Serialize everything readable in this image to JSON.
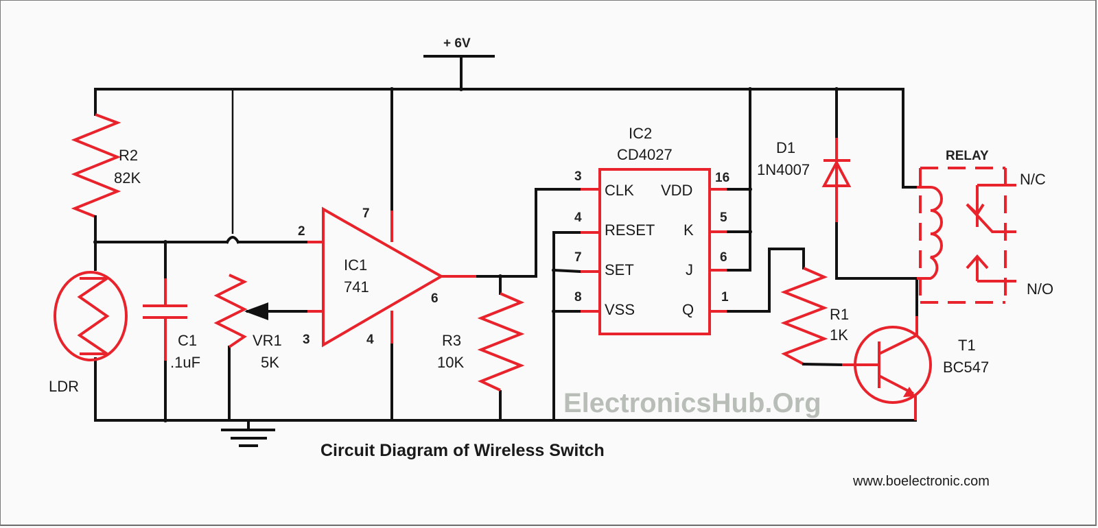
{
  "diagram": {
    "title": "Circuit Diagram of Wireless Switch",
    "website": "www.boelectronic.com",
    "watermark": "ElectronicsHub.Org",
    "supply": "+ 6V",
    "colors": {
      "component": "#e8232b",
      "wire": "#111111",
      "watermark": "#b8bdb8"
    }
  },
  "components": {
    "r2": {
      "ref": "R2",
      "value": "82K"
    },
    "ldr": {
      "ref": "LDR"
    },
    "c1": {
      "ref": "C1",
      "value": ".1uF"
    },
    "vr1": {
      "ref": "VR1",
      "value": "5K"
    },
    "ic1": {
      "ref": "IC1",
      "value": "741",
      "pins": {
        "inv": "2",
        "noninv": "3",
        "vcc": "7",
        "gnd": "4",
        "out": "6"
      }
    },
    "r3": {
      "ref": "R3",
      "value": "10K"
    },
    "ic2": {
      "ref": "IC2",
      "value": "CD4027",
      "left_pins": [
        {
          "num": "3",
          "name": "CLK"
        },
        {
          "num": "4",
          "name": "RESET"
        },
        {
          "num": "7",
          "name": "SET"
        },
        {
          "num": "8",
          "name": "VSS"
        }
      ],
      "right_pins": [
        {
          "num": "16",
          "name": "VDD"
        },
        {
          "num": "5",
          "name": "K"
        },
        {
          "num": "6",
          "name": "J"
        },
        {
          "num": "1",
          "name": "Q"
        }
      ]
    },
    "d1": {
      "ref": "D1",
      "value": "1N4007"
    },
    "r1": {
      "ref": "R1",
      "value": "1K"
    },
    "t1": {
      "ref": "T1",
      "value": "BC547"
    },
    "relay": {
      "ref": "RELAY",
      "nc": "N/C",
      "no": "N/O"
    }
  }
}
